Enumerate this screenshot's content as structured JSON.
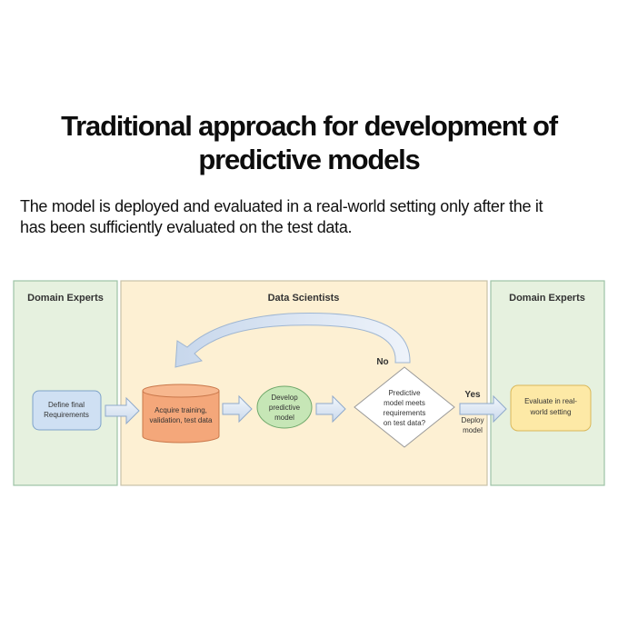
{
  "heading": {
    "title_line1": "Traditional approach for development of",
    "title_line2": "predictive models",
    "subtitle_line1": "The model is deployed and evaluated in a real-world setting only after the it",
    "subtitle_line2": "has been sufficiently evaluated on the test data."
  },
  "diagram": {
    "lanes": {
      "left": "Domain Experts",
      "middle": "Data Scientists",
      "right": "Domain Experts"
    },
    "nodes": {
      "define_line1": "Define final",
      "define_line2": "Requirements",
      "acquire_line1": "Acquire training,",
      "acquire_line2": "validation, test data",
      "develop_line1": "Develop",
      "develop_line2": "predictive",
      "develop_line3": "model",
      "decision_line1": "Predictive",
      "decision_line2": "model meets",
      "decision_line3": "requirements",
      "decision_line4": "on test data?",
      "evaluate_line1": "Evaluate in real-",
      "evaluate_line2": "world setting"
    },
    "edges": {
      "no": "No",
      "yes": "Yes",
      "deploy_line1": "Deploy",
      "deploy_line2": "model"
    },
    "colors": {
      "lane_green": "#e6f1df",
      "lane_orange": "#fdf0d3",
      "lane_border": "#9dc3a6",
      "blue_box": "#cfe0f3",
      "cylinder": "#f4a77a",
      "ellipse": "#c6e6b6",
      "decision": "#ffffff",
      "evaluate_box": "#fde9a6",
      "arrow": "#dde8f4"
    }
  }
}
